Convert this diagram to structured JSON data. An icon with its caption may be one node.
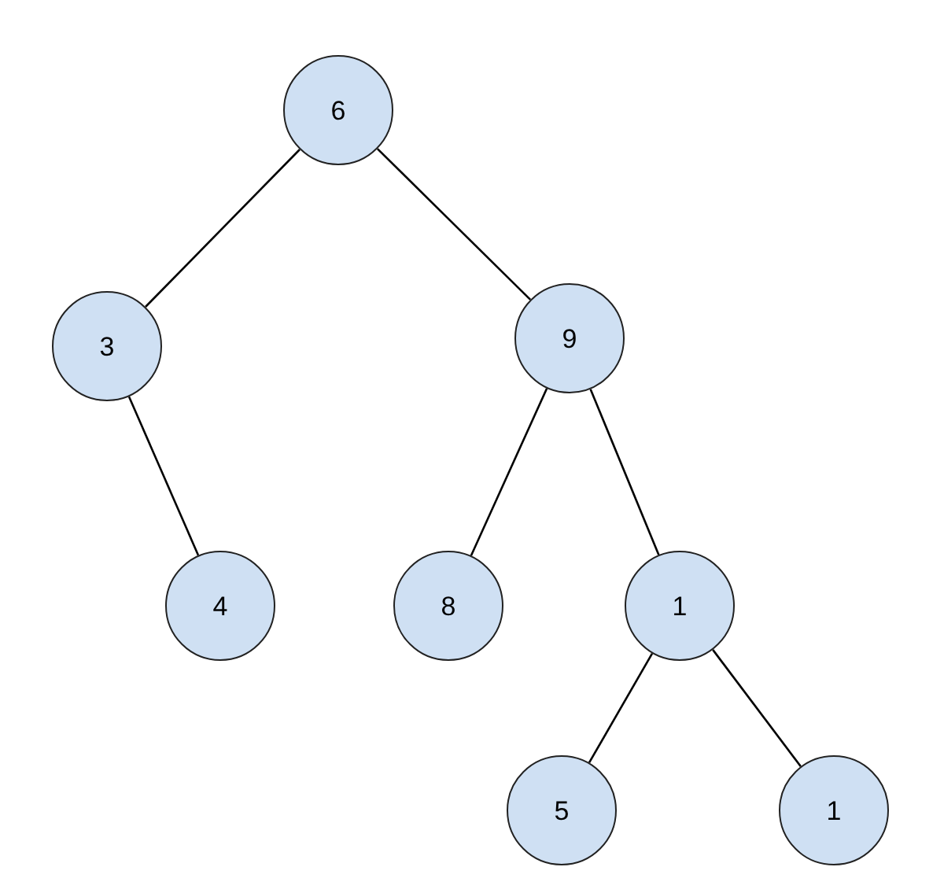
{
  "diagram": {
    "nodes": [
      {
        "text": [
          "6"
        ]
      },
      {
        "text": [
          "3"
        ]
      },
      {
        "text": [
          "9"
        ]
      },
      {
        "text": [
          "4"
        ]
      },
      {
        "text": [
          "8"
        ]
      },
      {
        "text": [
          "1"
        ]
      },
      {
        "text": [
          "5"
        ]
      },
      {
        "text": [
          "1"
        ]
      }
    ],
    "edges": [
      {
        "from": 0,
        "to": 1,
        "arrow": "none"
      },
      {
        "from": 0,
        "to": 2,
        "arrow": "none"
      },
      {
        "from": 1,
        "to": 3,
        "arrow": "none"
      },
      {
        "from": 2,
        "to": 4,
        "arrow": "none"
      },
      {
        "from": 2,
        "to": 5,
        "arrow": "none"
      },
      {
        "from": 5,
        "to": 6,
        "arrow": "none"
      },
      {
        "from": 5,
        "to": 7,
        "arrow": "none"
      }
    ]
  }
}
